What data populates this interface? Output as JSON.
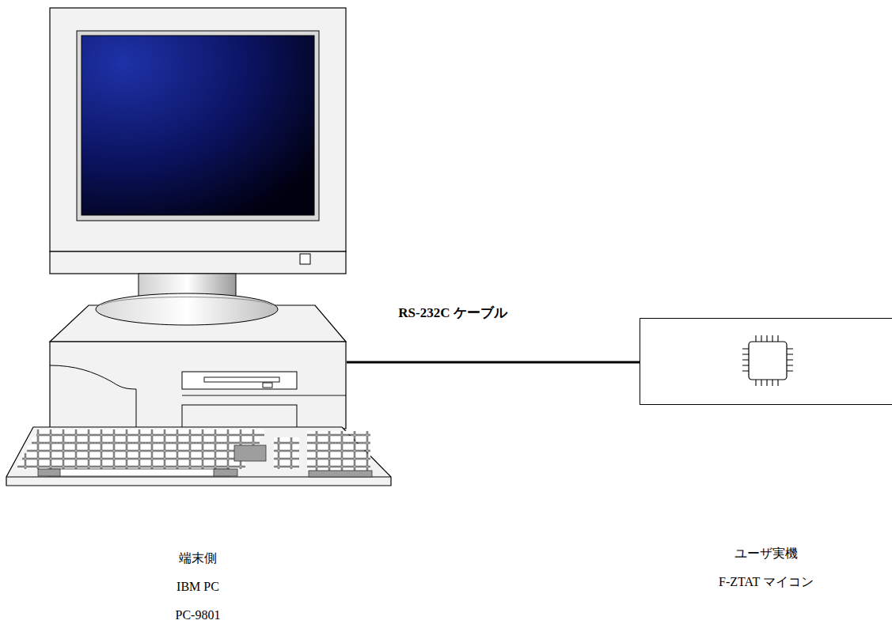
{
  "diagram": {
    "nodes": [
      {
        "text": [
          "端末側",
          "IBM PC",
          "PC-9801"
        ]
      },
      {
        "text": [
          "ユーザ実機",
          "F-ZTAT マイコン"
        ]
      }
    ],
    "edges": [
      {
        "from": 0,
        "to": 1,
        "arrow": "none",
        "label": "RS-232C ケーブル"
      }
    ]
  }
}
